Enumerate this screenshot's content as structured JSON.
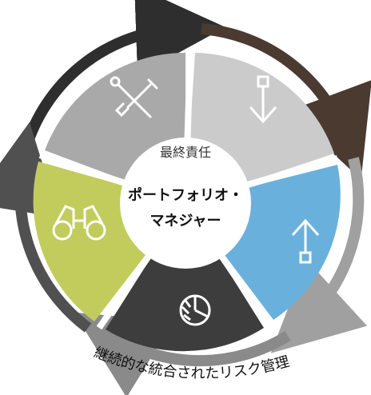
{
  "center": {
    "label_top": "最終責任",
    "title_line1": "ポートフォリオ・",
    "title_line2": "マネジャー"
  },
  "bottom_caption": "継続的な統合されたリスク管理",
  "segments": [
    {
      "id": "tools",
      "icon": "tools-icon",
      "color": "#a9a9a9"
    },
    {
      "id": "down",
      "icon": "arrow-down-icon",
      "color": "#c9c9c9"
    },
    {
      "id": "up",
      "icon": "arrow-up-icon",
      "color": "#6ab0dc"
    },
    {
      "id": "pie",
      "icon": "pie-chart-icon",
      "color": "#3d3d3d"
    },
    {
      "id": "binocs",
      "icon": "binoculars-icon",
      "color": "#c2cc5c"
    }
  ],
  "arrow_colors": {
    "top_left": "#2e2e2e",
    "top_right": "#4a3a30",
    "right": "#a0a0a0",
    "bottom": "#8a8a8a",
    "left": "#505050"
  }
}
